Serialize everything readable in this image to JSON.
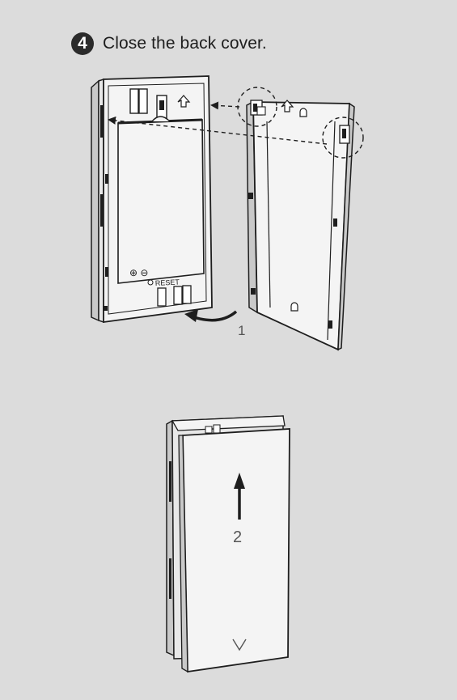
{
  "step": {
    "number": "4",
    "title": "Close the back cover."
  },
  "device": {
    "reset_label": "RESET",
    "battery_polarity": "⊕ ⊖"
  },
  "callouts": {
    "step_1_label": "1",
    "step_2_label": "2"
  },
  "colors": {
    "background": "#dcdcdc",
    "line": "#1e1e1e",
    "body_light": "#f4f4f4",
    "body_shade": "#c9c9c9",
    "badge": "#2b2b2b"
  }
}
